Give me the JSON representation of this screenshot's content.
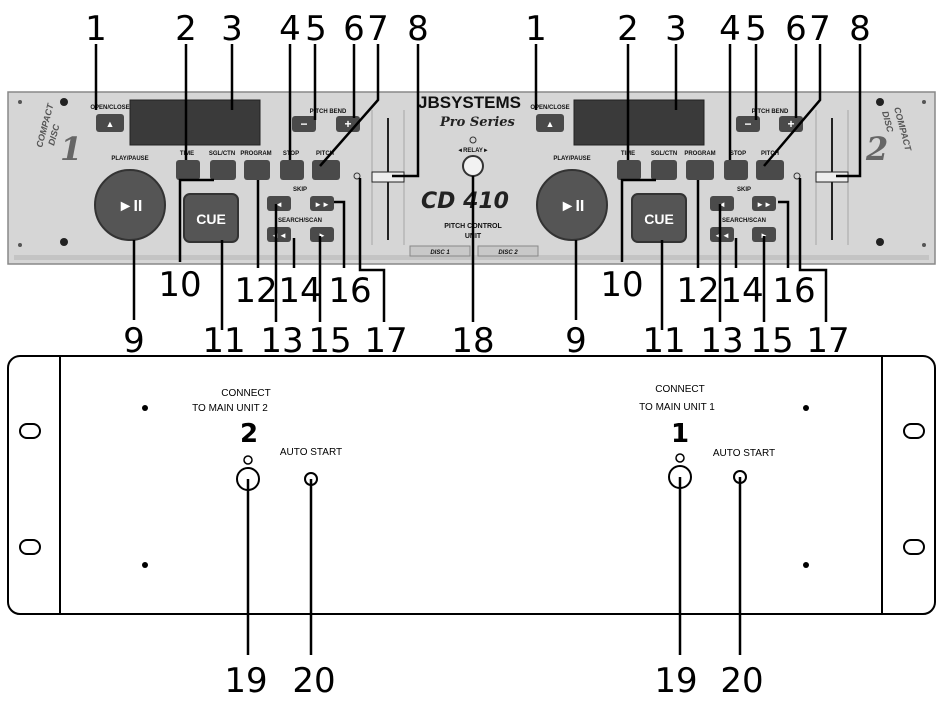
{
  "front": {
    "brand": "JBSYSTEMS",
    "series": "Pro Series",
    "model": "CD 410",
    "subtitle": "PITCH CONTROL",
    "unit": "UNIT",
    "relay_label": "◄RELAY►",
    "disc1_tag": "DISC 1",
    "disc2_tag": "DISC 2",
    "deck_left_side": [
      "COMPACT",
      "DISC",
      "1"
    ],
    "deck_right_side": [
      "COMPACT",
      "DISC",
      "2"
    ],
    "labels": {
      "open_close": "OPEN/CLOSE",
      "pitch_bend": "PITCH BEND",
      "play_pause": "PLAY/PAUSE",
      "time": "TIME",
      "sgl_ctn": "SGL/CTN",
      "program": "PROGRAM",
      "stop": "STOP",
      "pitch": "PITCH",
      "skip": "SKIP",
      "search_scan": "SEARCH/SCAN",
      "cue": "CUE",
      "play_symbol": "►II",
      "minus": "−",
      "plus": "+"
    },
    "callouts_top": [
      "1",
      "2",
      "3",
      "4",
      "5",
      "6",
      "7",
      "8"
    ],
    "callouts_bottom": [
      "9",
      "10",
      "11",
      "12",
      "13",
      "14",
      "15",
      "16",
      "17",
      "18"
    ]
  },
  "back": {
    "left_unit": {
      "connect": "CONNECT",
      "to_main": "TO MAIN UNIT 2",
      "number": "2",
      "auto_start": "AUTO START"
    },
    "right_unit": {
      "connect": "CONNECT",
      "to_main": "TO MAIN UNIT 1",
      "number": "1",
      "auto_start": "AUTO START"
    },
    "callouts": [
      "19",
      "20"
    ]
  },
  "colors": {
    "panel": "#d9d9d9",
    "button_dark": "#4a4a4a",
    "display": "#3a3a3a",
    "line": "#000000"
  }
}
